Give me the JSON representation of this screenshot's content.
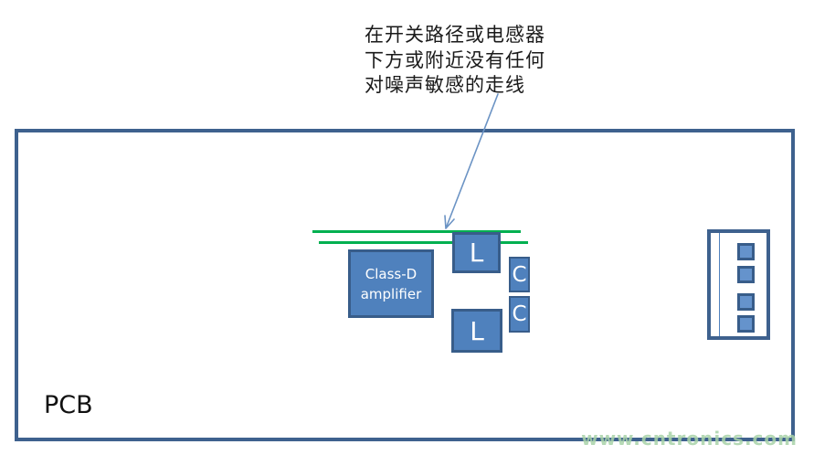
{
  "annotation": {
    "lines": [
      "在开关路径或电感器",
      "下方或附近没有任何",
      "对噪声敏感的走线"
    ]
  },
  "pcb": {
    "label": "PCB"
  },
  "components": {
    "amplifier": {
      "label_line1": "Class-D",
      "label_line2": "amplifier"
    },
    "inductor_top": {
      "label": "L"
    },
    "inductor_bottom": {
      "label": "L"
    },
    "capacitor_top": {
      "label": "C"
    },
    "capacitor_bottom": {
      "label": "C"
    }
  },
  "watermark": {
    "text": "www.cntronics.com"
  },
  "colors": {
    "component_fill": "#4f81bd",
    "component_border": "#385d8a",
    "pcb_border": "#3e618e",
    "trace_green": "#00b050",
    "arrow_blue": "#6b93c4",
    "watermark_green": "#a9d3a9",
    "text_black": "#1a1a1a"
  }
}
